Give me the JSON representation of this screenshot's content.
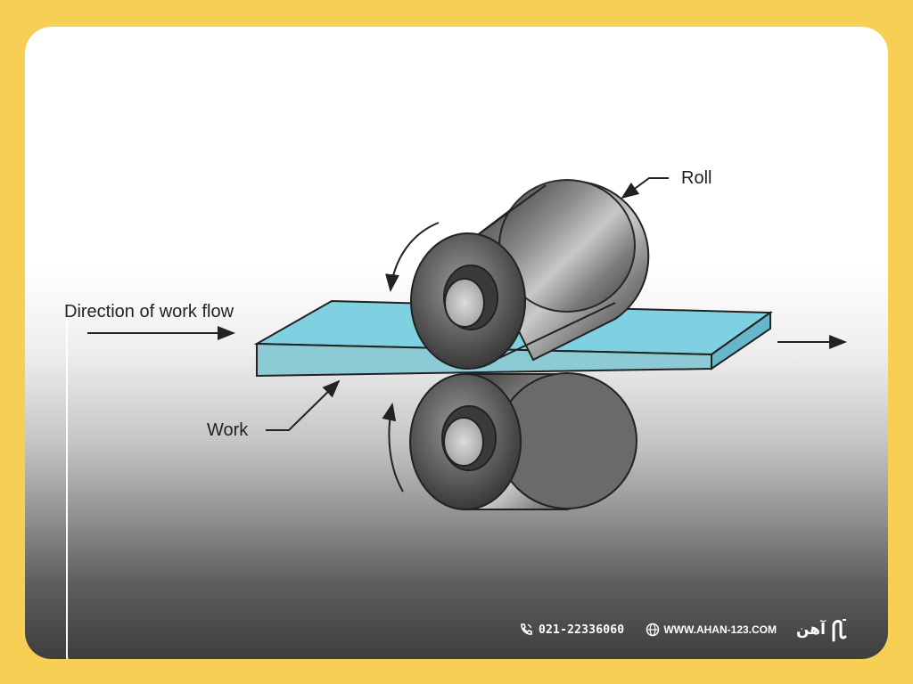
{
  "diagram": {
    "labels": {
      "roll": "Roll",
      "direction": "Direction of work flow",
      "work": "Work"
    }
  },
  "footer": {
    "phone": "021-22336060",
    "website": "WWW.AHAN-123.COM",
    "brand_text": "آهن"
  },
  "colors": {
    "background": "#f8cf55",
    "work_piece": "#7cc6d6",
    "roll_gray": "#6a6a6a",
    "footer_text": "#ffffff"
  },
  "icons": [
    "phone-icon",
    "globe-icon",
    "brand-logo-icon"
  ]
}
